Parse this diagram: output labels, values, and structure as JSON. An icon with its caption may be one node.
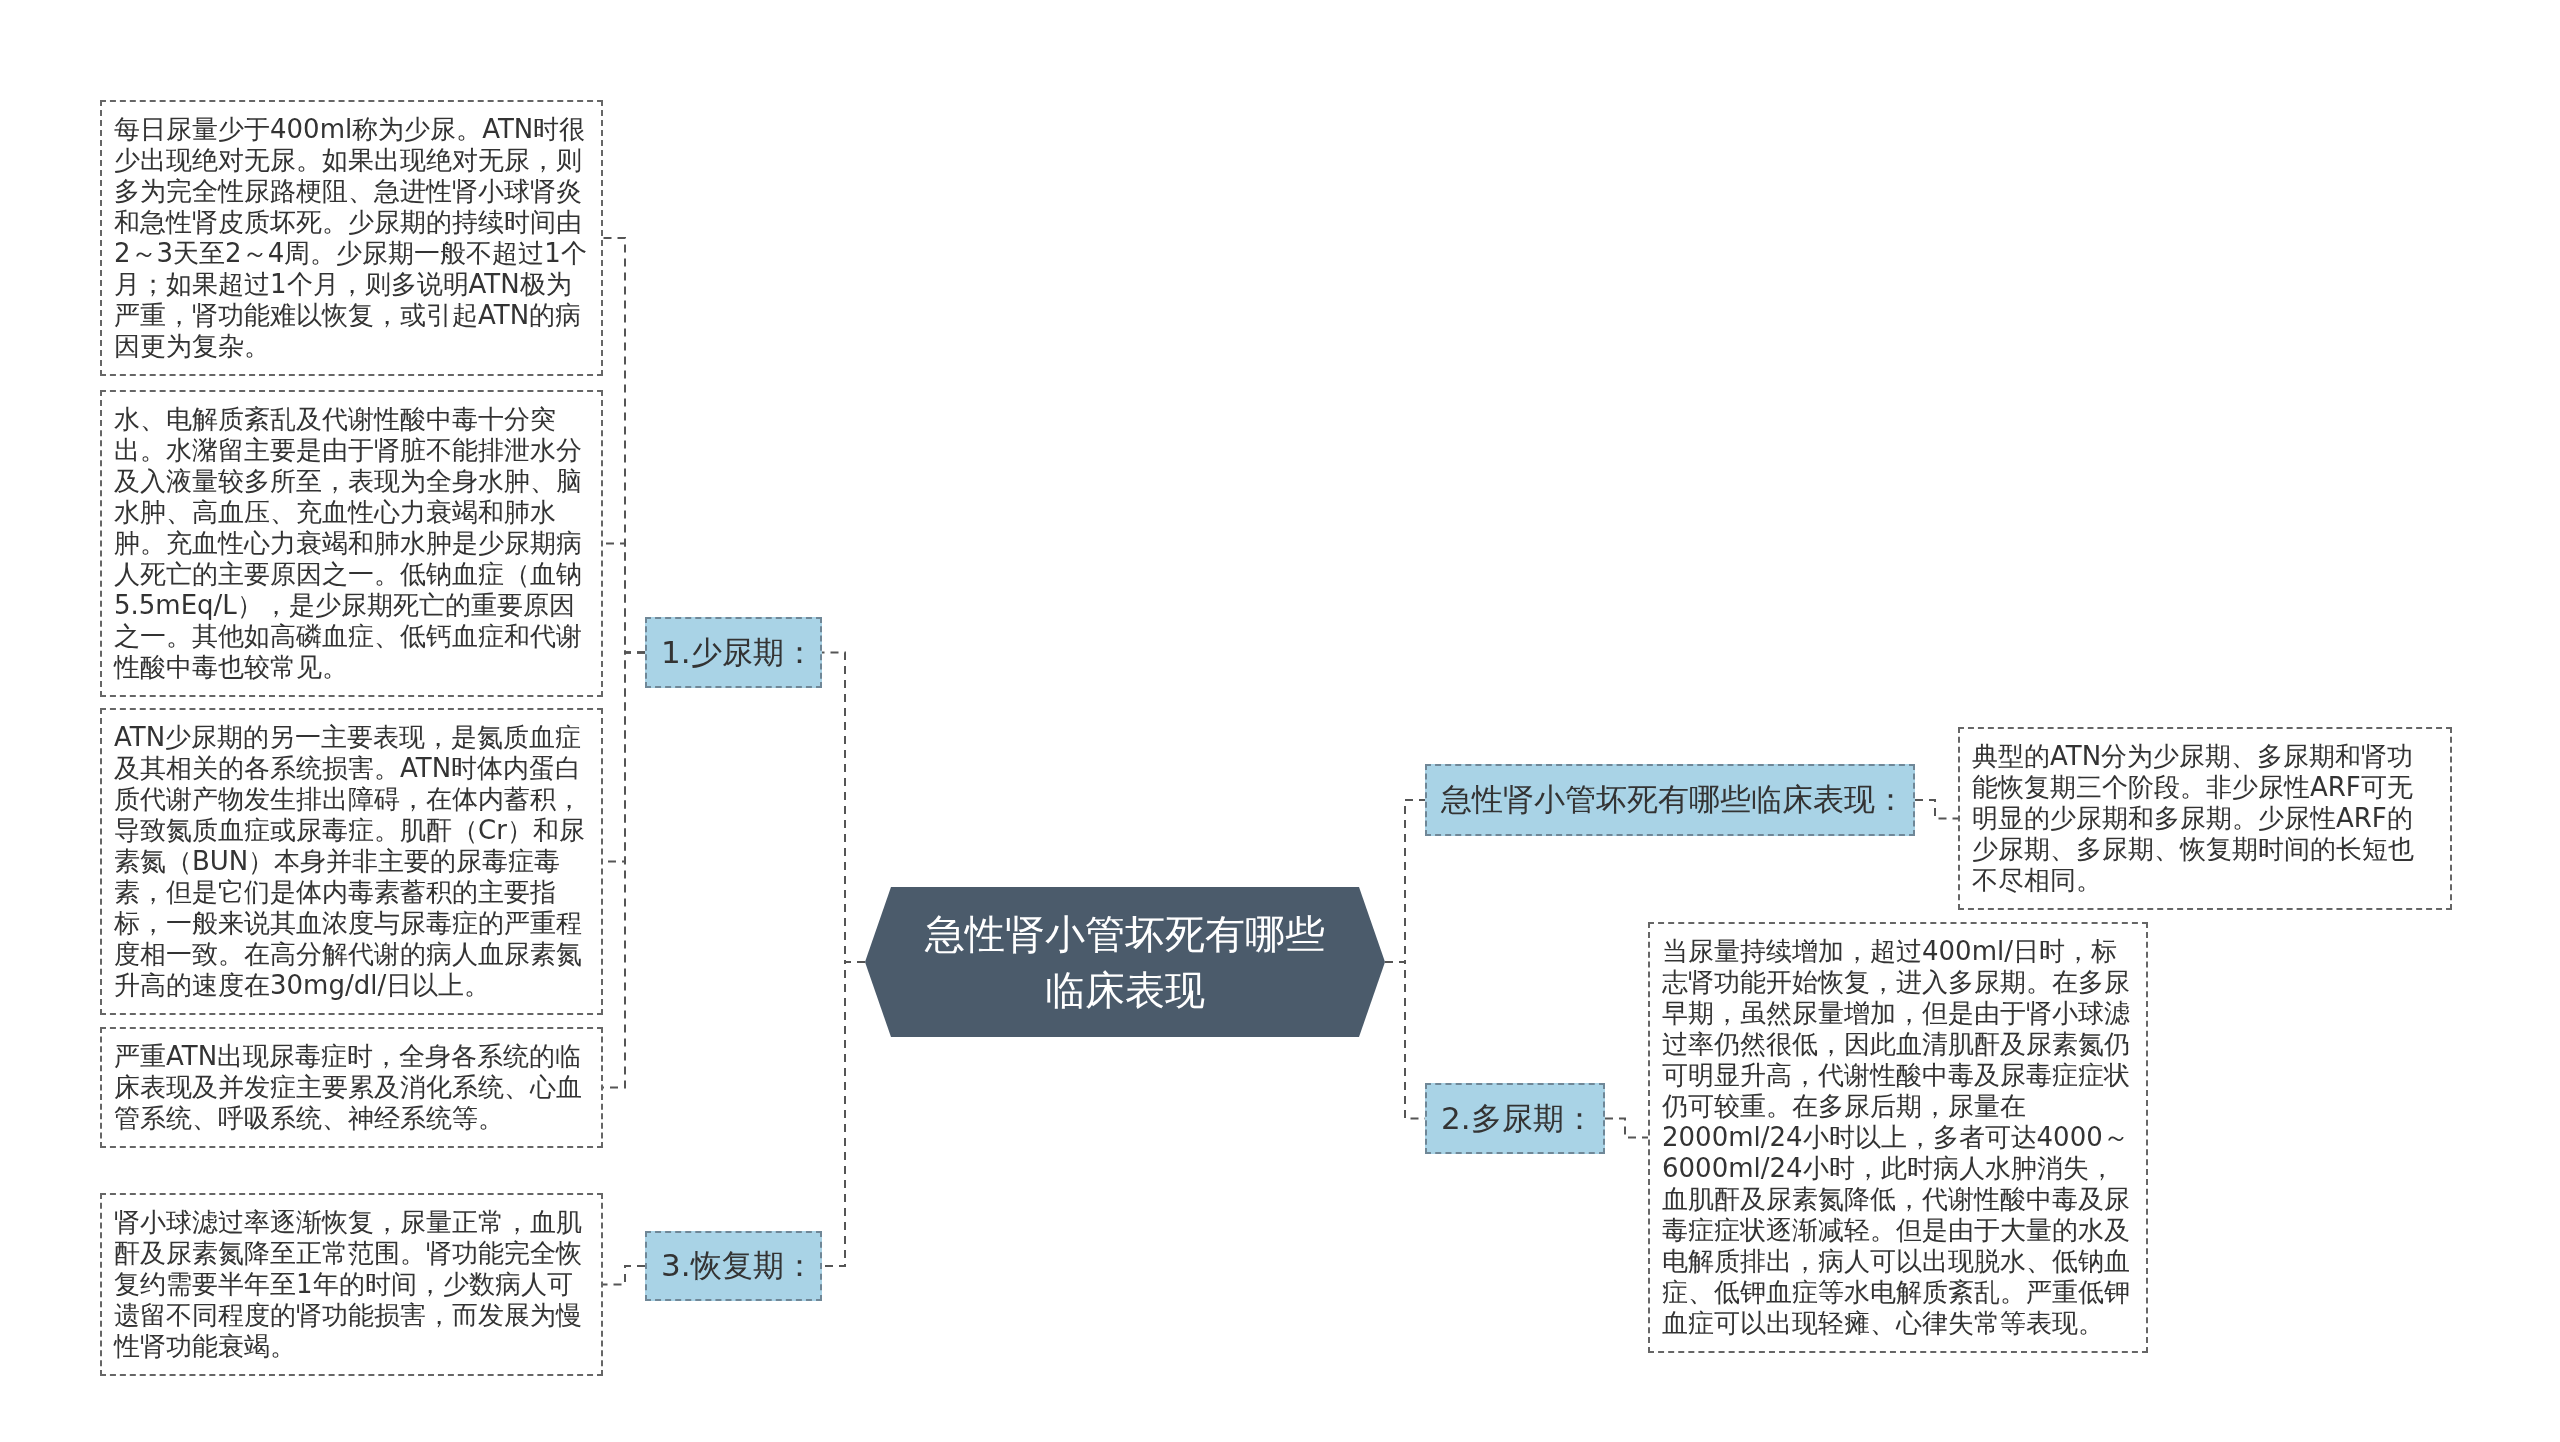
{
  "diagram": {
    "nodes": [
      {
        "text": [
          "急性肾小管坏死有哪些临床表现"
        ]
      },
      {
        "text": [
          "1.少尿期："
        ]
      },
      {
        "text": [
          "每日尿量少于400ml称为少尿。ATN时很少出现绝对无尿。如果出现绝对无尿，则多为完全性尿路梗阻、急进性肾小球肾炎和急性肾皮质坏死。少尿期的持续时间由2～3天至2～4周。少尿期一般不超过1个月；如果超过1个月，则多说明ATN极为严重，肾功能难以恢复，或引起ATN的病因更为复杂。"
        ]
      },
      {
        "text": [
          "水、电解质紊乱及代谢性酸中毒十分突出。水潴留主要是由于肾脏不能排泄水分及入液量较多所至，表现为全身水肿、脑水肿、高血压、充血性心力衰竭和肺水肿。充血性心力衰竭和肺水肿是少尿期病人死亡的主要原因之一。低钠血症（血钠5.5mEq/L），是少尿期死亡的重要原因之一。其他如高磷血症、低钙血症和代谢性酸中毒也较常见。"
        ]
      },
      {
        "text": [
          "ATN少尿期的另一主要表现，是氮质血症及其相关的各系统损害。ATN时体内蛋白质代谢产物发生排出障碍，在体内蓄积，导致氮质血症或尿毒症。肌酐（Cr）和尿素氮（BUN）本身并非主要的尿毒症毒素，但是它们是体内毒素蓄积的主要指标，一般来说其血浓度与尿毒症的严重程度相一致。在高分解代谢的病人血尿素氮升高的速度在30mg/dl/日以上。"
        ]
      },
      {
        "text": [
          "严重ATN出现尿毒症时，全身各系统的临床表现及并发症主要累及消化系统、心血管系统、呼吸系统、神经系统等。"
        ]
      },
      {
        "text": [
          "3.恢复期："
        ]
      },
      {
        "text": [
          "肾小球滤过率逐渐恢复，尿量正常，血肌酐及尿素氮降至正常范围。肾功能完全恢复约需要半年至1年的时间，少数病人可遗留不同程度的肾功能损害，而发展为慢性肾功能衰竭。"
        ]
      },
      {
        "text": [
          "急性肾小管坏死有哪些临床表现："
        ]
      },
      {
        "text": [
          "典型的ATN分为少尿期、多尿期和肾功能恢复期三个阶段。非少尿性ARF可无明显的少尿期和多尿期。少尿性ARF的少尿期、多尿期、恢复期时间的长短也不尽相同。"
        ]
      },
      {
        "text": [
          "2.多尿期："
        ]
      },
      {
        "text": [
          "当尿量持续增加，超过400ml/日时，标志肾功能开始恢复，进入多尿期。在多尿早期，虽然尿量增加，但是由于肾小球滤过率仍然很低，因此血清肌酐及尿素氮仍可明显升高，代谢性酸中毒及尿毒症症状仍可较重。在多尿后期，尿量在2000ml/24小时以上，多者可达4000～6000ml/24小时，此时病人水肿消失，血肌酐及尿素氮降低，代谢性酸中毒及尿毒症症状逐渐减轻。但是由于大量的水及电解质排出，病人可以出现脱水、低钠血症、低钾血症等水电解质紊乱。严重低钾血症可以出现轻瘫、心律失常等表现。"
        ]
      }
    ],
    "edges": [
      {
        "from": 0,
        "to": 1,
        "arrow": "none"
      },
      {
        "from": 1,
        "to": 2,
        "arrow": "none"
      },
      {
        "from": 1,
        "to": 3,
        "arrow": "none"
      },
      {
        "from": 1,
        "to": 4,
        "arrow": "none"
      },
      {
        "from": 1,
        "to": 5,
        "arrow": "none"
      },
      {
        "from": 0,
        "to": 6,
        "arrow": "none"
      },
      {
        "from": 6,
        "to": 7,
        "arrow": "none"
      },
      {
        "from": 0,
        "to": 8,
        "arrow": "none"
      },
      {
        "from": 8,
        "to": 9,
        "arrow": "none"
      },
      {
        "from": 0,
        "to": 10,
        "arrow": "none"
      },
      {
        "from": 10,
        "to": 11,
        "arrow": "none"
      }
    ]
  }
}
